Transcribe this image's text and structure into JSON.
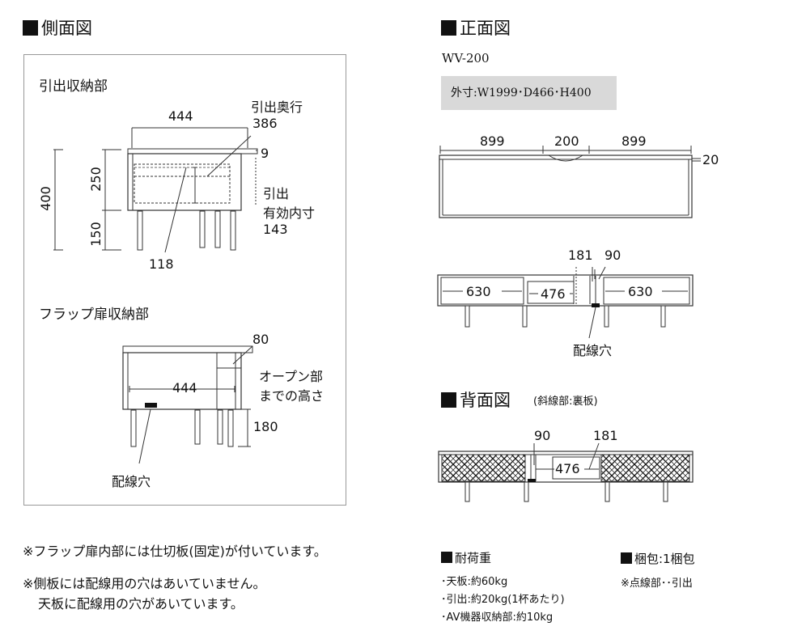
{
  "side": {
    "title": "側面図",
    "drawer_heading": "引出収納部",
    "drawer_width": "444",
    "drawer_depth_label": "引出奥行",
    "drawer_depth_value": "386",
    "top_thickness": "9",
    "total_height": "400",
    "upper_height": "250",
    "lower_height": "150",
    "inner_label_1": "引出",
    "inner_label_2": "有効内寸",
    "inner_value": "143",
    "leg_offset": "118",
    "flap_heading": "フラップ扉収納部",
    "flap_dim_80": "80",
    "flap_width": "444",
    "opening_label_1": "オープン部",
    "opening_label_2": "までの高さ",
    "opening_value": "180",
    "wiring_hole": "配線穴"
  },
  "front": {
    "title": "正面図",
    "model": "WV-200",
    "outer_dims": "外寸:W1999･D466･H400",
    "top_left": "899",
    "top_mid": "200",
    "top_right": "899",
    "top_thick": "20",
    "d181": "181",
    "d90": "90",
    "left_w": "630",
    "mid_w": "476",
    "right_w": "630",
    "wiring_hole": "配線穴"
  },
  "back": {
    "title": "背面図",
    "subtitle": "(斜線部:裏板)",
    "d90": "90",
    "d181": "181",
    "mid_w": "476"
  },
  "notes": {
    "note1": "※フラップ扉内部には仕切板(固定)が付いています。",
    "note2": "※側板には配線用の穴はあいていません。",
    "note3": "天板に配線用の穴があいています。"
  },
  "load": {
    "title": "耐荷重",
    "items": [
      "･天板:約60kg",
      "･引出:約20kg(1杯あたり)",
      "･AV機器収納部:約10kg"
    ]
  },
  "package": {
    "title": "梱包:1梱包",
    "note": "※点線部･･引出"
  }
}
